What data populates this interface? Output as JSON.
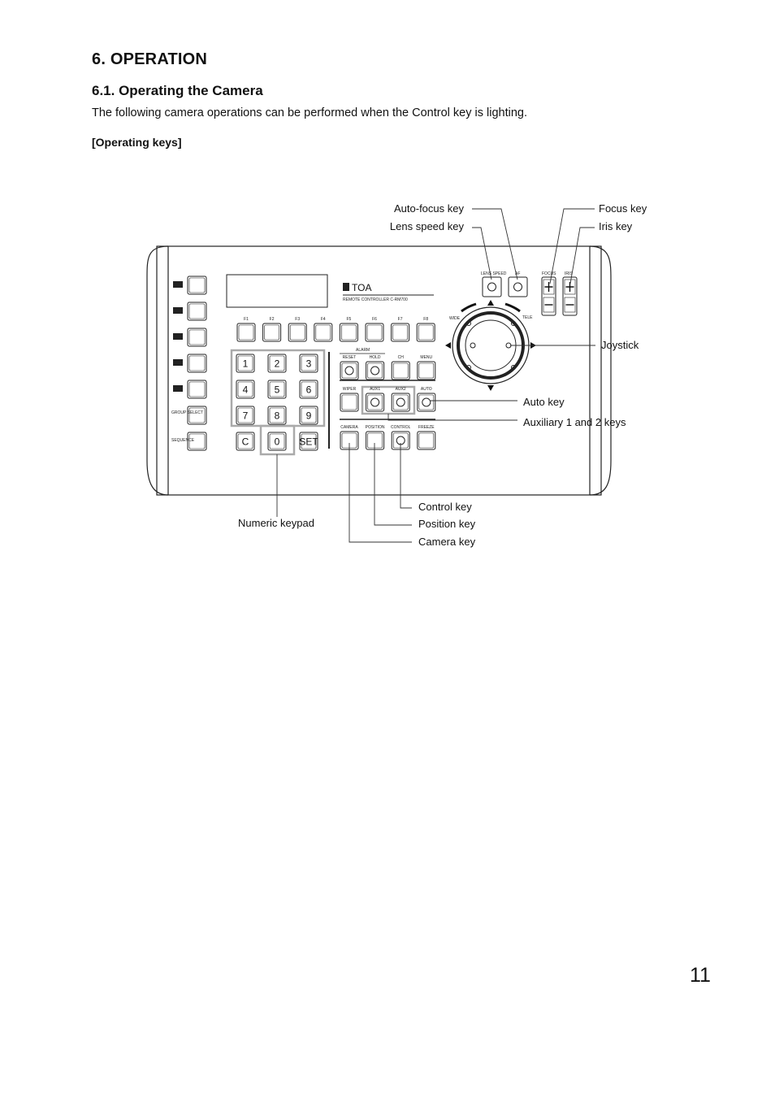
{
  "section_title": "6. OPERATION",
  "subsection_title": "6.1. Operating the Camera",
  "intro_text": "The following camera operations can be performed when the Control key is lighting.",
  "operating_keys_heading": "[Operating keys]",
  "page_number": "11",
  "callouts": {
    "auto_focus_key": "Auto-focus key",
    "lens_speed_key": "Lens speed key",
    "focus_key": "Focus key",
    "iris_key": "Iris key",
    "joystick": "Joystick",
    "auto_key": "Auto key",
    "auxiliary_keys": "Auxiliary 1 and 2 keys",
    "numeric_keypad": "Numeric keypad",
    "control_key": "Control key",
    "position_key": "Position key",
    "camera_key": "Camera key"
  },
  "device": {
    "brand": "TOA",
    "model_label": "REMOTE CONTROLLER C-RM700",
    "group_select": "GROUP SELECT",
    "sequence": "SEQUENCE",
    "function_keys": [
      "F1",
      "F2",
      "F3",
      "F4",
      "F5",
      "F6",
      "F7",
      "F8"
    ],
    "keypad": [
      "1",
      "2",
      "3",
      "4",
      "5",
      "6",
      "7",
      "8",
      "9",
      "C",
      "0",
      "SET"
    ],
    "alarm_label": "ALARM",
    "row1_labels": [
      "RESET",
      "HOLD",
      "CH",
      "MENU"
    ],
    "row2_labels": [
      "WIPER",
      "AUX1",
      "AUX2",
      "AUTO"
    ],
    "row3_labels": [
      "CAMERA",
      "POSITION",
      "CONTROL",
      "FREEZE"
    ],
    "lens_speed": "LENS SPEED",
    "af": "AF",
    "focus": "FOCUS",
    "iris": "IRIS",
    "wide": "WIDE",
    "tele": "TELE"
  }
}
